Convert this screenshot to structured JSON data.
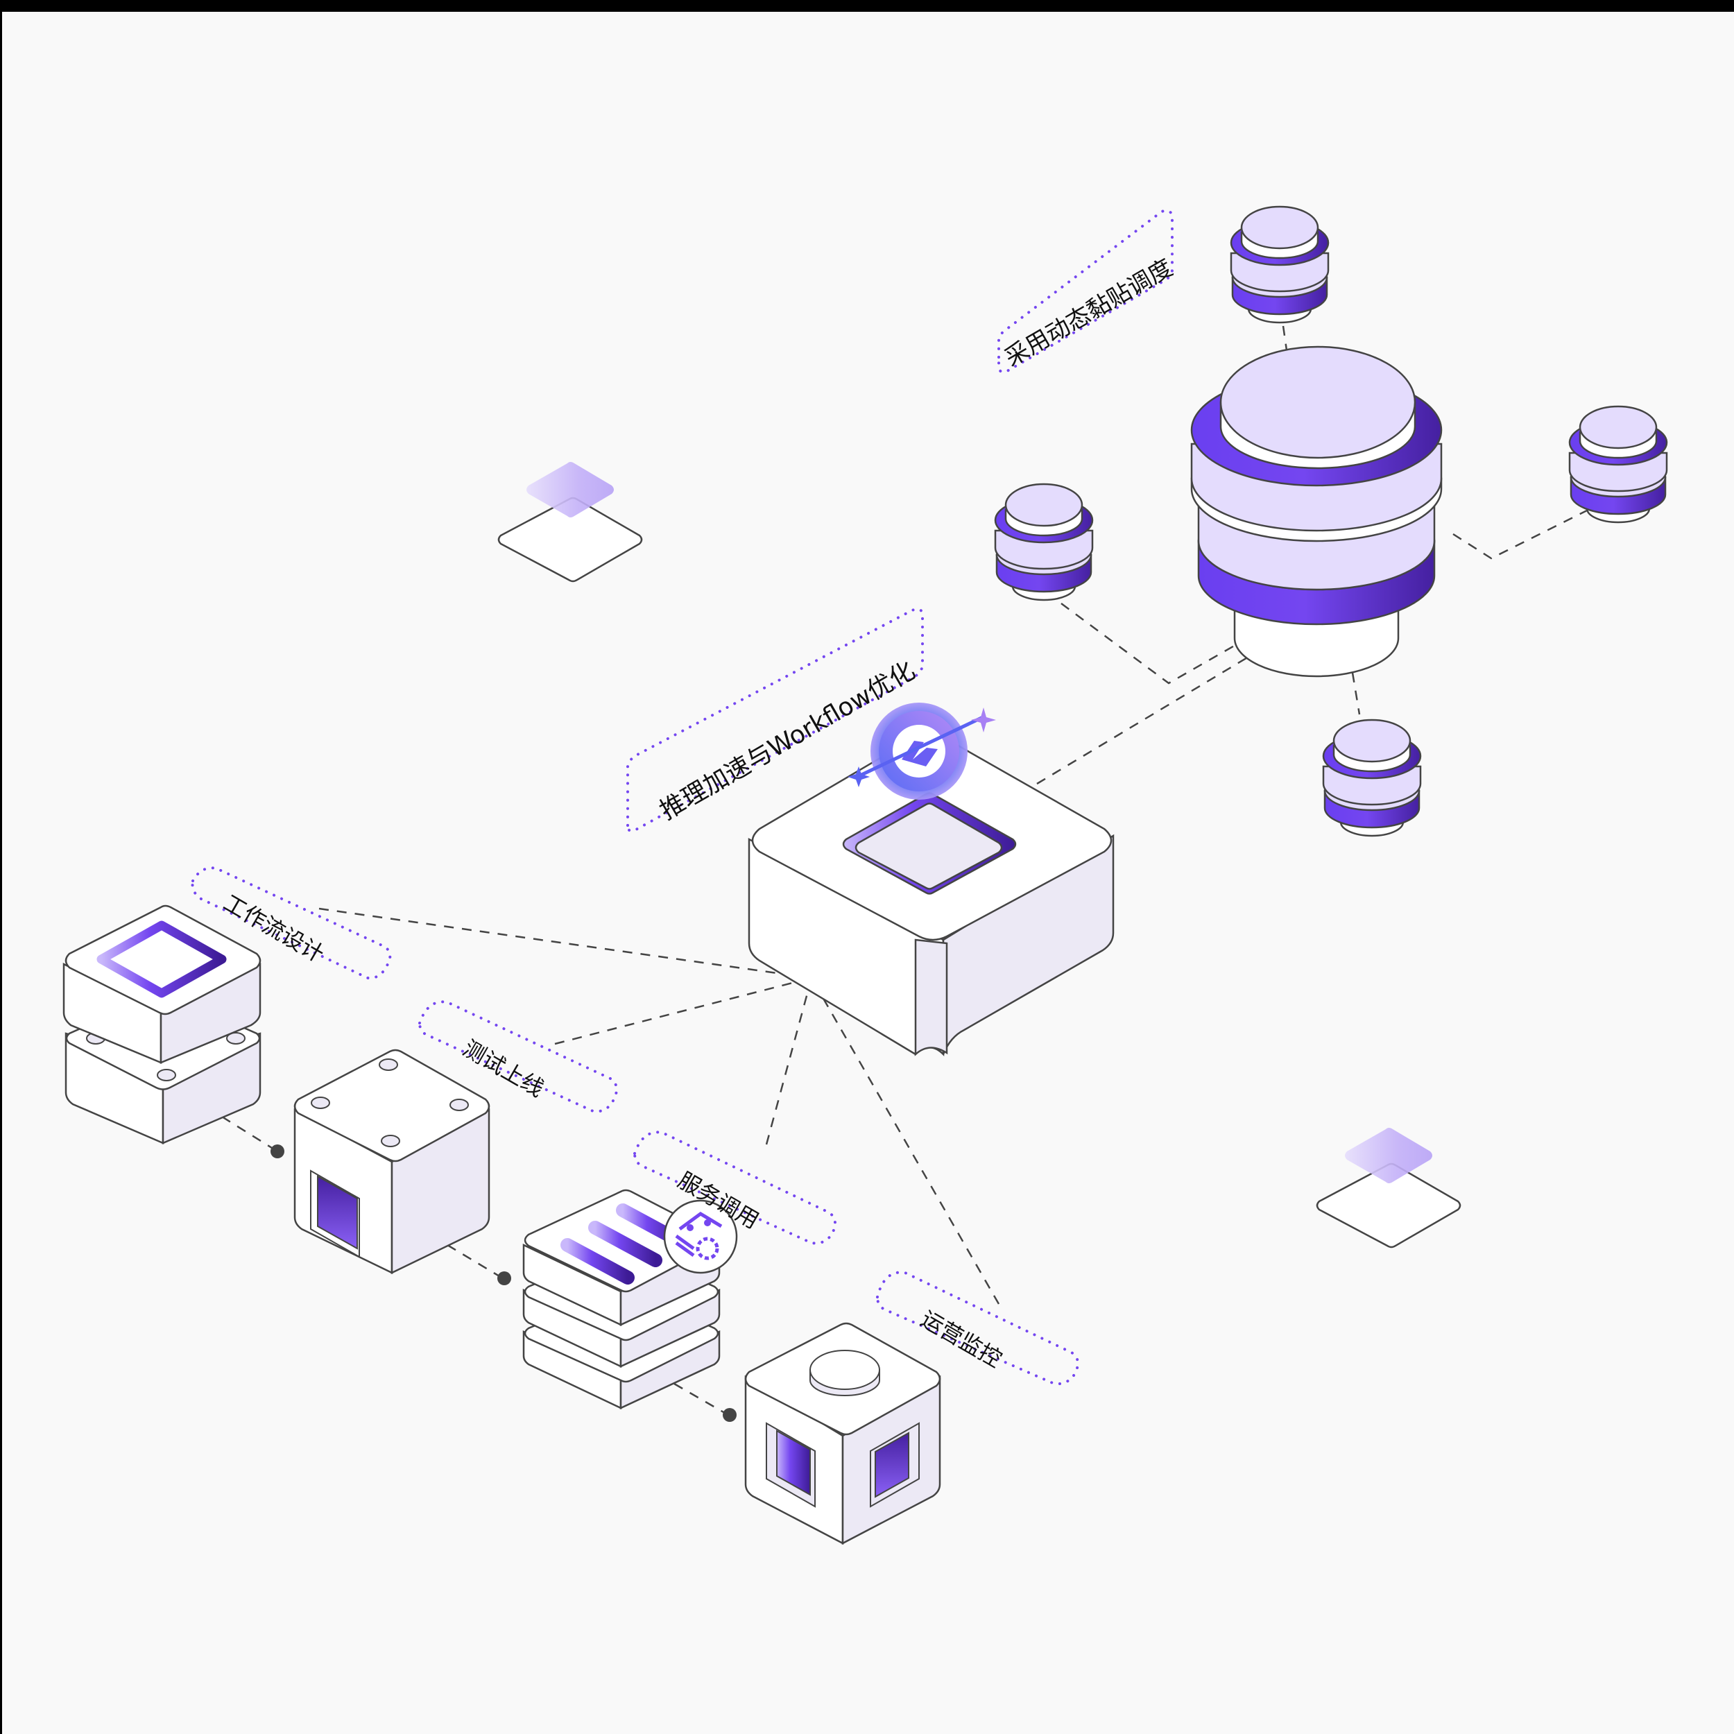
{
  "diagram": {
    "title": "",
    "background": "#f9f9f9",
    "colors": {
      "accent_dark": "#4a22a8",
      "accent": "#7446f0",
      "accent_light": "#e4dcfd",
      "face_side": "#ece9f5",
      "stroke": "#444444",
      "label_border": "#7446f0"
    },
    "labels": {
      "scheduling": "采用动态黏贴调度",
      "inference": "推理加速与Workflow优化",
      "workflow_design": "工作流设计",
      "testing": "测试上线",
      "service": "服务调用",
      "operations": "运营监控"
    },
    "nodes": [
      {
        "id": "hub",
        "type": "platform-cube",
        "label_key": "inference"
      },
      {
        "id": "cluster",
        "type": "cylinder-stack",
        "label_key": "scheduling"
      },
      {
        "id": "step1",
        "type": "stacked-cube",
        "label_key": "workflow_design"
      },
      {
        "id": "step2",
        "type": "cube-door",
        "label_key": "testing"
      },
      {
        "id": "step3",
        "type": "cube-stack-lines",
        "label_key": "service"
      },
      {
        "id": "step4",
        "type": "cube-windows",
        "label_key": "operations"
      }
    ],
    "icons": {
      "hub_logo": "brand-logo-icon",
      "service_badge": "workflow-refresh-icon"
    }
  }
}
